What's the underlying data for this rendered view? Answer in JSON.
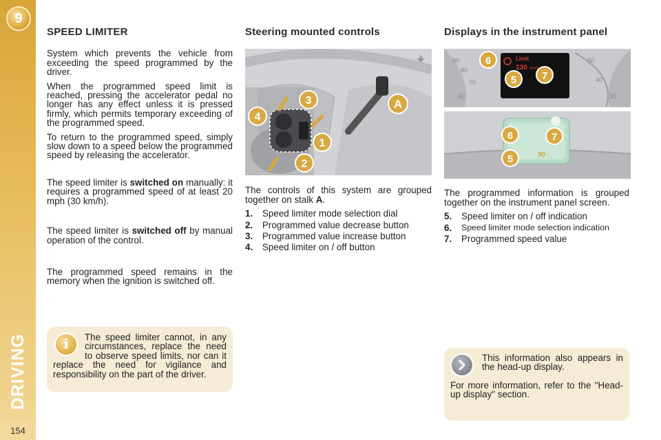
{
  "chapter": {
    "number": "9",
    "title": "DRIVING"
  },
  "page_number": "154",
  "speed_limiter": {
    "title": "SPEED LIMITER",
    "p1": "System which prevents the vehicle from exceeding the speed programmed by the driver.",
    "p2": "When the programmed speed limit is reached, pressing the accelerator pedal no longer has any effect unless it is pressed firmly, which permits temporary exceeding of the programmed speed.",
    "p3": "To return to the programmed speed, simply slow down to a speed below the programmed speed by releasing the accelerator.",
    "p4_pre": "The speed limiter is ",
    "p4_bold": "switched on",
    "p4_post": " manually: it requires a programmed speed of at least 20 mph (30 km/h).",
    "p5_pre": "The speed limiter is ",
    "p5_bold": "switched off",
    "p5_post": " by manual operation of the control.",
    "p6": "The programmed speed remains in the memory when the ignition is switched off.",
    "note": "The speed limiter cannot, in any circumstances, replace the need to observe speed limits, nor can it replace the need for vigilance and responsibility on the part of the driver."
  },
  "steering": {
    "title": "Steering mounted controls",
    "intro_pre": "The controls of this system are grouped together on stalk ",
    "intro_bold": "A",
    "intro_post": ".",
    "items": [
      {
        "num": "1.",
        "text": "Speed limiter mode selection dial"
      },
      {
        "num": "2.",
        "text": "Programmed value decrease button"
      },
      {
        "num": "3.",
        "text": "Programmed value increase button"
      },
      {
        "num": "4.",
        "text": "Speed limiter on / off button"
      }
    ],
    "callouts": [
      "1",
      "2",
      "3",
      "4",
      "A"
    ]
  },
  "displays": {
    "title": "Displays in the instrument panel",
    "intro": "The programmed information is grouped together on the instrument panel screen.",
    "items": [
      {
        "num": "5.",
        "text": "Speed limiter on / off indication"
      },
      {
        "num": "6.",
        "text": "Speed limiter mode selection indication"
      },
      {
        "num": "7.",
        "text": "Programmed speed value"
      }
    ],
    "screen_label": "Limit",
    "screen_value": "130",
    "screen_unit": "km/h",
    "hud_value": "90",
    "gauge_ticks": [
      "90",
      "80",
      "70",
      "60",
      "50",
      "40",
      "30"
    ],
    "callouts": [
      "5",
      "6",
      "7"
    ],
    "note_line1": "This information also appears in the head-up display.",
    "note_line2": "For more information, refer to the \"Head-up display\" section."
  }
}
